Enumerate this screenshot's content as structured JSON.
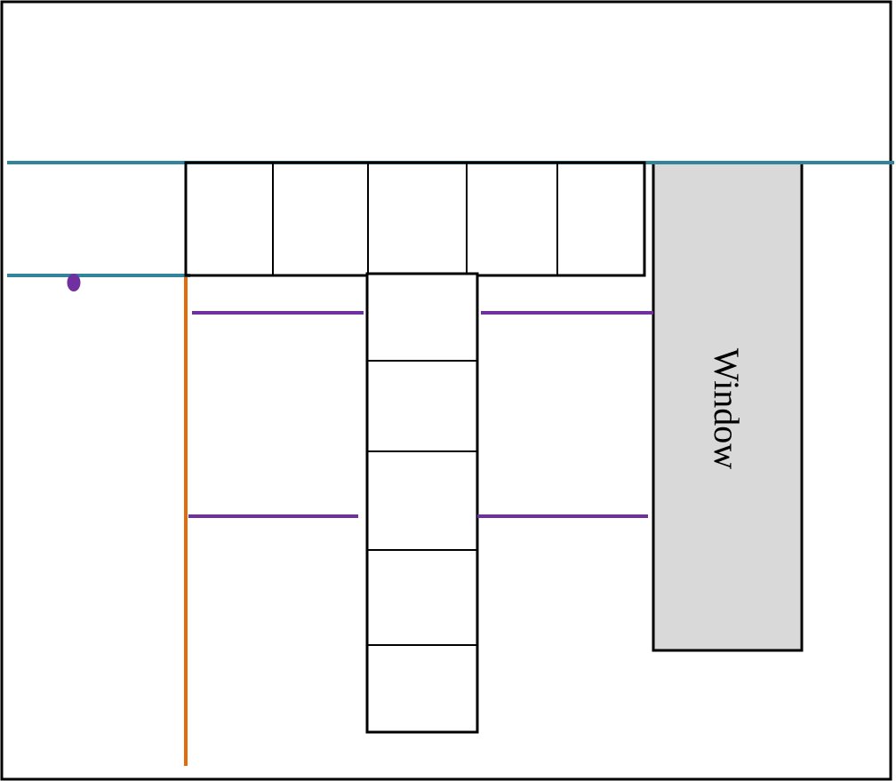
{
  "diagram": {
    "window_label": "Window",
    "colors": {
      "outline": "#000000",
      "teal_line": "#31849b",
      "orange_line": "#e36c0a",
      "purple_line": "#7030a0",
      "window_fill": "#d9d9d9",
      "background": "#ffffff"
    },
    "top_cabinet_cells": 5,
    "vertical_cabinet_cells": 5
  }
}
